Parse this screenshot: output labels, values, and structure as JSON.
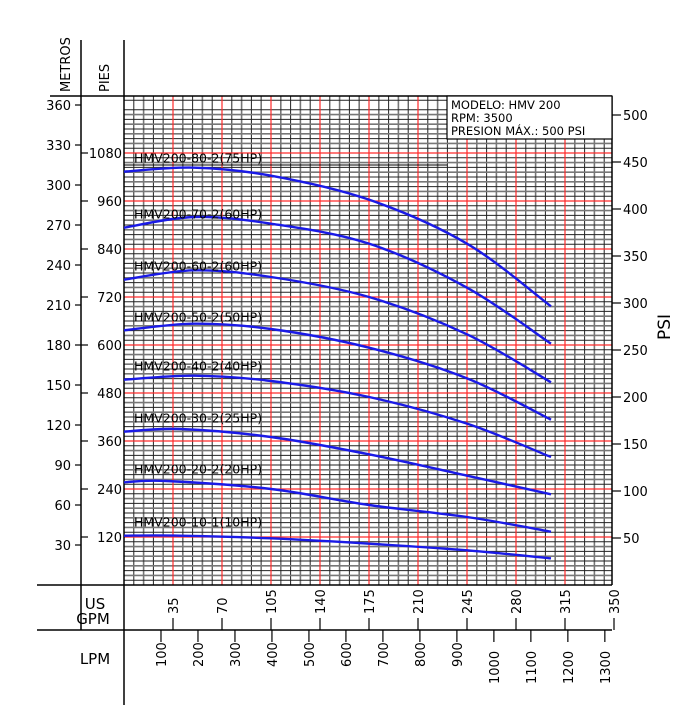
{
  "chart_data": {
    "type": "line",
    "title": "",
    "info_box": [
      "MODELO:  HMV  200",
      "RPM:  3500",
      "PRESION  MÁX.:  500  PSI"
    ],
    "left_axis_1": {
      "label": "METROS",
      "range": [
        0,
        367
      ],
      "ticks": [
        30,
        60,
        90,
        120,
        150,
        180,
        210,
        240,
        270,
        300,
        330,
        360
      ]
    },
    "left_axis_2": {
      "label": "PIES",
      "ticks": [
        120,
        240,
        360,
        480,
        600,
        720,
        840,
        960,
        1080
      ]
    },
    "right_axis": {
      "label": "PSI",
      "ticks": [
        50,
        100,
        150,
        200,
        250,
        300,
        350,
        400,
        450,
        500
      ]
    },
    "x_axis_1": {
      "label_line1": "US",
      "label_line2": "GPM",
      "range": [
        0,
        350
      ],
      "ticks": [
        35,
        70,
        105,
        140,
        175,
        210,
        245,
        280,
        315,
        350
      ]
    },
    "x_axis_2": {
      "label": "LPM",
      "ticks": [
        100,
        200,
        300,
        400,
        500,
        600,
        700,
        800,
        900,
        1000,
        1100,
        1200,
        1300
      ]
    },
    "grid": true,
    "series": [
      {
        "name": "HMV200-80-2(75HP)",
        "points": [
          [
            0,
            310
          ],
          [
            50,
            313
          ],
          [
            105,
            307
          ],
          [
            175,
            289
          ],
          [
            245,
            256
          ],
          [
            305,
            209
          ]
        ]
      },
      {
        "name": "HMV200-70-2(60HP)",
        "points": [
          [
            0,
            268
          ],
          [
            50,
            276
          ],
          [
            105,
            271
          ],
          [
            175,
            256
          ],
          [
            245,
            223
          ],
          [
            305,
            181
          ]
        ]
      },
      {
        "name": "HMV200-60-2(60HP)",
        "points": [
          [
            0,
            229
          ],
          [
            50,
            236
          ],
          [
            105,
            231
          ],
          [
            175,
            216
          ],
          [
            245,
            188
          ],
          [
            305,
            152
          ]
        ]
      },
      {
        "name": "HMV200-50-2(50HP)",
        "points": [
          [
            0,
            191
          ],
          [
            50,
            196
          ],
          [
            105,
            192
          ],
          [
            175,
            178
          ],
          [
            245,
            155
          ],
          [
            305,
            124
          ]
        ]
      },
      {
        "name": "HMV200-40-2(40HP)",
        "points": [
          [
            0,
            154
          ],
          [
            50,
            157
          ],
          [
            105,
            153
          ],
          [
            175,
            141
          ],
          [
            245,
            121
          ],
          [
            305,
            96
          ]
        ]
      },
      {
        "name": "HMV200-30-2(25HP)",
        "points": [
          [
            0,
            115
          ],
          [
            40,
            117
          ],
          [
            105,
            111
          ],
          [
            175,
            98
          ],
          [
            245,
            82
          ],
          [
            305,
            68
          ]
        ]
      },
      {
        "name": "HMV200-20-2(20HP)",
        "points": [
          [
            0,
            77
          ],
          [
            30,
            78
          ],
          [
            105,
            72
          ],
          [
            175,
            60
          ],
          [
            245,
            51
          ],
          [
            305,
            40
          ]
        ]
      },
      {
        "name": "HMV200-10-1(10HP)",
        "points": [
          [
            0,
            37
          ],
          [
            40,
            37
          ],
          [
            105,
            35
          ],
          [
            175,
            31
          ],
          [
            245,
            26
          ],
          [
            305,
            20
          ]
        ]
      }
    ],
    "colors": {
      "curve": "#1a1ae6",
      "major_grid": "#ff2a2a",
      "minor_grid": "#222222"
    }
  }
}
